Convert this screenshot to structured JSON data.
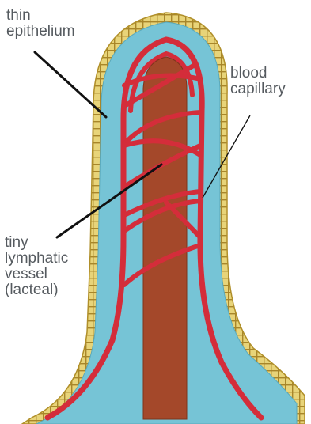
{
  "labels": {
    "epithelium": "thin\nepithelium",
    "capillary": "blood\ncapillary",
    "lacteal": "tiny\nlymphatic\nvessel\n(lacteal)"
  },
  "colors": {
    "epithelium_fill": "#e8d479",
    "epithelium_outline": "#b08f2a",
    "tissue": "#76c4d6",
    "capillary": "#d42d3a",
    "lacteal": "#a4482a",
    "leader_line": "#111111",
    "label_text": "#555a5f"
  }
}
